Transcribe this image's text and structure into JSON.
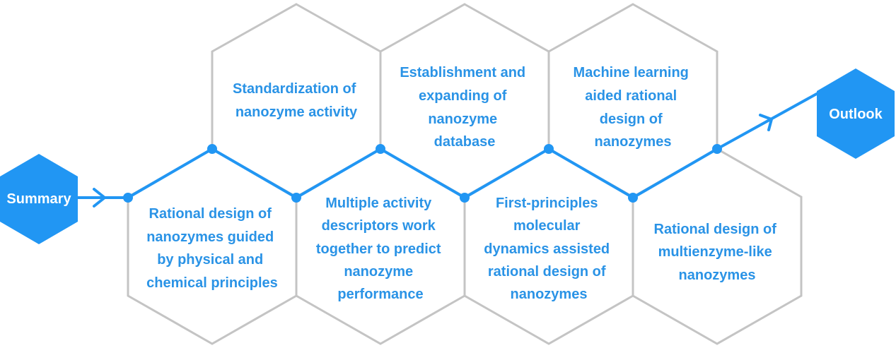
{
  "start": {
    "label": "Summary"
  },
  "end": {
    "label": "Outlook"
  },
  "top_row": [
    {
      "lines": [
        "Standardization of",
        "nanozyme activity"
      ]
    },
    {
      "lines": [
        "Establishment and",
        "expanding of",
        "nanozyme",
        "database"
      ]
    },
    {
      "lines": [
        "Machine learning",
        "aided rational",
        "design of",
        "nanozymes"
      ]
    }
  ],
  "bottom_row": [
    {
      "lines": [
        "Rational design of",
        "nanozymes guided",
        "by physical and",
        "chemical principles"
      ]
    },
    {
      "lines": [
        "Multiple activity",
        "descriptors work",
        "together to predict",
        "nanozyme",
        "performance"
      ]
    },
    {
      "lines": [
        "First-principles",
        "molecular",
        "dynamics assisted",
        "rational design of",
        "nanozymes"
      ]
    },
    {
      "lines": [
        "Rational design of",
        "multienzyme-like",
        "nanozymes"
      ]
    }
  ],
  "colors": {
    "accent": "#2196f3",
    "text": "#2a93e6",
    "outline": "#c4c4c4"
  }
}
